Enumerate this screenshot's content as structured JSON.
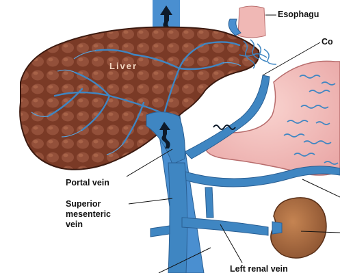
{
  "diagram": {
    "labels": {
      "liver": "Liver",
      "esophagus": "Esophagu",
      "coronary": "Co",
      "portal_vein": "Portal vein",
      "superior_mesenteric_line1": "Superior",
      "superior_mesenteric_line2": "mesenteric",
      "superior_mesenteric_line3": "vein",
      "left_renal_vein": "Left renal vein"
    },
    "colors": {
      "liver_fill": "#7a3a26",
      "liver_lobule": "#93503a",
      "vein_blue": "#3f86c2",
      "vein_dark": "#2a5f93",
      "stomach_pink": "#f3c2c0",
      "kidney_brown": "#a4673c",
      "vena_cava": "#4a8fd0"
    }
  }
}
